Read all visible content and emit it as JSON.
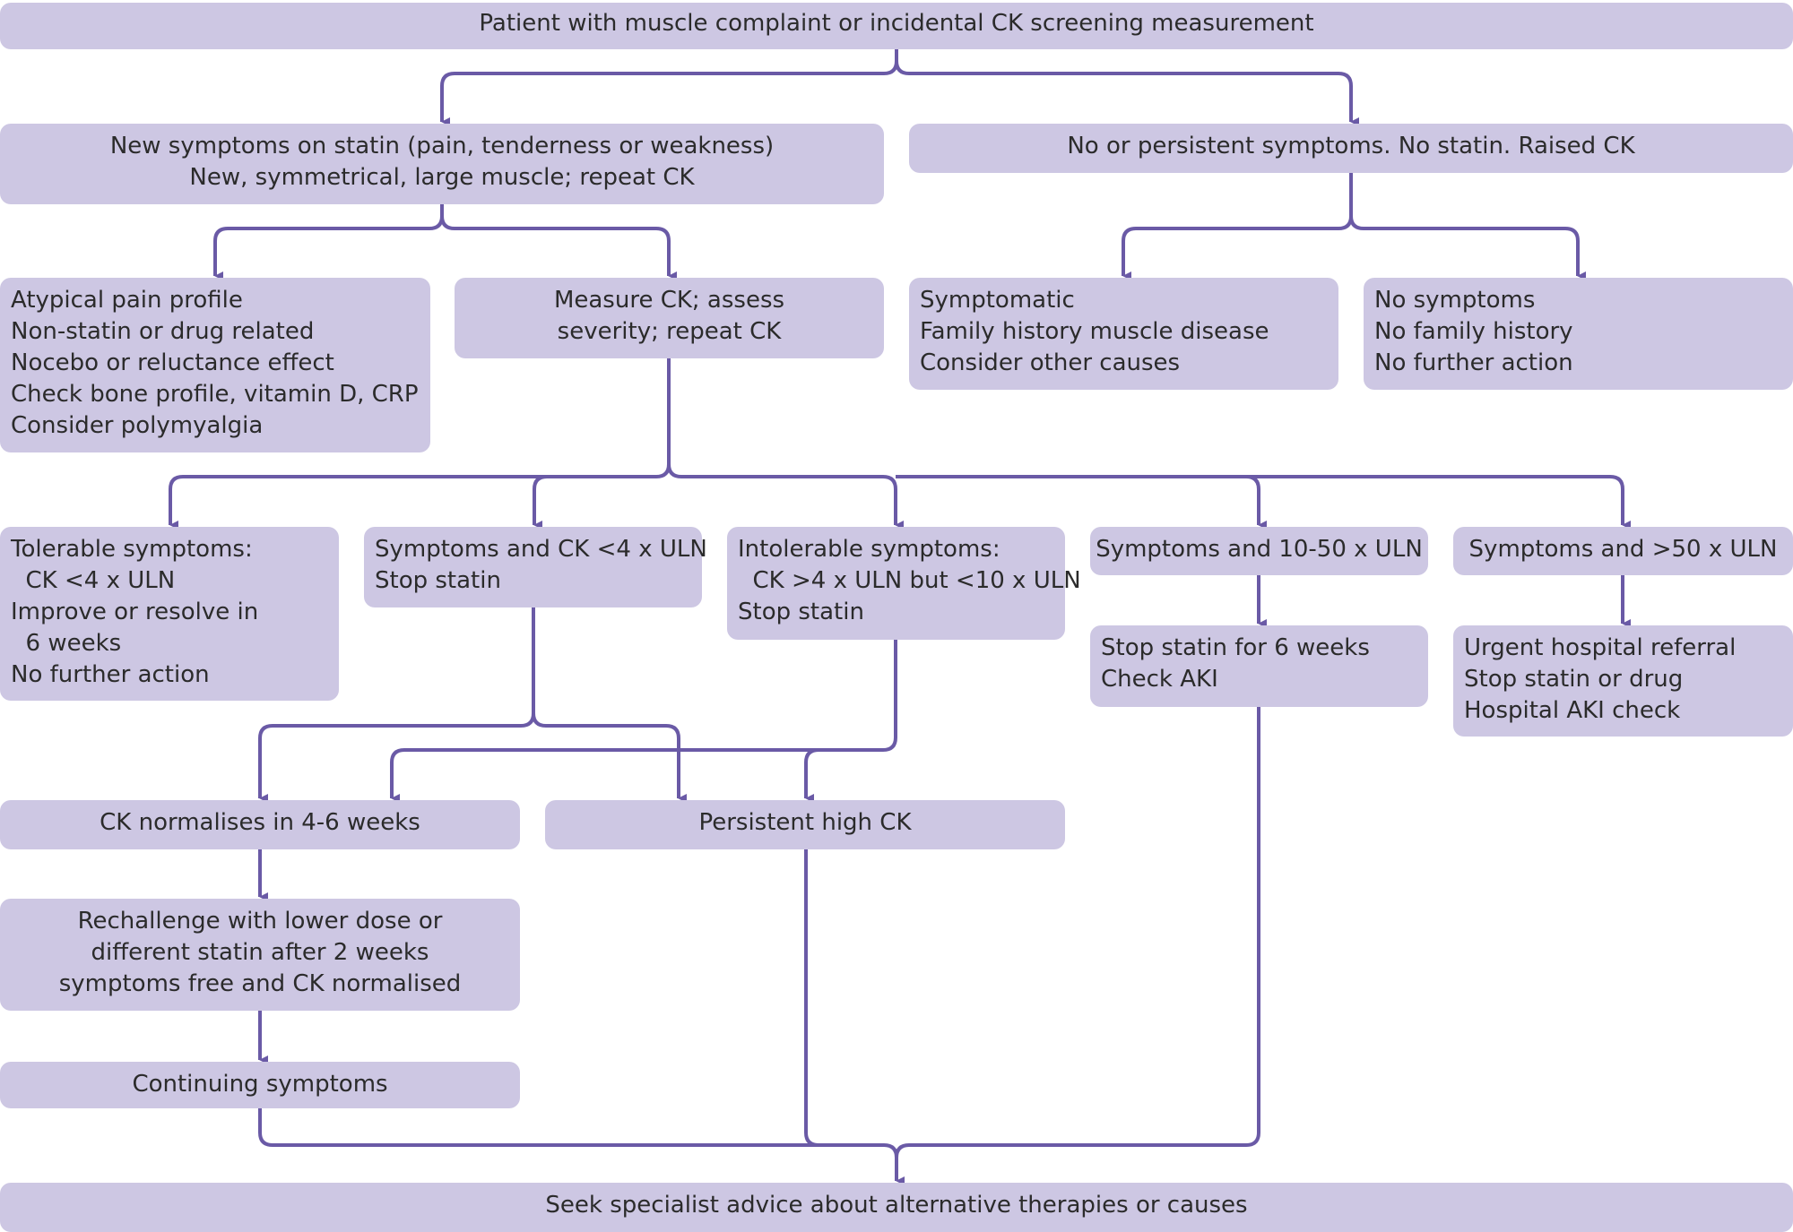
{
  "colors": {
    "box_fill": "#cdc7e3",
    "connector": "#6a5aa6",
    "text": "#2b2b2b"
  },
  "boxes": {
    "start": [
      "Patient with muscle complaint or incidental CK screening measurement"
    ],
    "statin_new": [
      "New symptoms on statin (pain, tenderness or weakness)",
      "New, symmetrical, large muscle; repeat CK"
    ],
    "no_statin": [
      "No or persistent symptoms. No statin. Raised CK"
    ],
    "atypical": [
      "Atypical pain profile",
      "Non-statin or drug related",
      "Nocebo or reluctance effect",
      "Check bone profile, vitamin D, CRP",
      "Consider polymyalgia"
    ],
    "measure_ck": [
      "Measure CK; assess",
      "severity; repeat CK"
    ],
    "symptomatic": [
      "Symptomatic",
      "Family history muscle disease",
      "Consider other causes"
    ],
    "no_symptoms": [
      "No symptoms",
      "No family history",
      "No further action"
    ],
    "tolerable": [
      "Tolerable symptoms:",
      "  CK <4 x ULN",
      "Improve or resolve in",
      "  6 weeks",
      "No further action"
    ],
    "ck_lt4": [
      "Symptoms and CK <4 x ULN",
      "Stop statin"
    ],
    "intolerable": [
      "Intolerable symptoms:",
      "  CK >4 x ULN but <10 x ULN",
      "Stop statin"
    ],
    "ck_10_50": [
      "Symptoms and 10-50 x ULN"
    ],
    "ck_gt50": [
      "Symptoms and >50 x ULN"
    ],
    "stop_6wk": [
      "Stop statin for 6 weeks",
      "Check AKI"
    ],
    "urgent": [
      "Urgent hospital referral",
      "Stop statin or drug",
      "Hospital AKI check"
    ],
    "ck_normalises": [
      "CK normalises in 4-6 weeks"
    ],
    "persistent": [
      "Persistent high CK"
    ],
    "rechallenge": [
      "Rechallenge with lower dose or",
      "different statin after 2 weeks",
      "symptoms free and CK normalised"
    ],
    "continuing": [
      "Continuing symptoms"
    ],
    "specialist": [
      "Seek specialist advice about alternative therapies or causes"
    ]
  }
}
